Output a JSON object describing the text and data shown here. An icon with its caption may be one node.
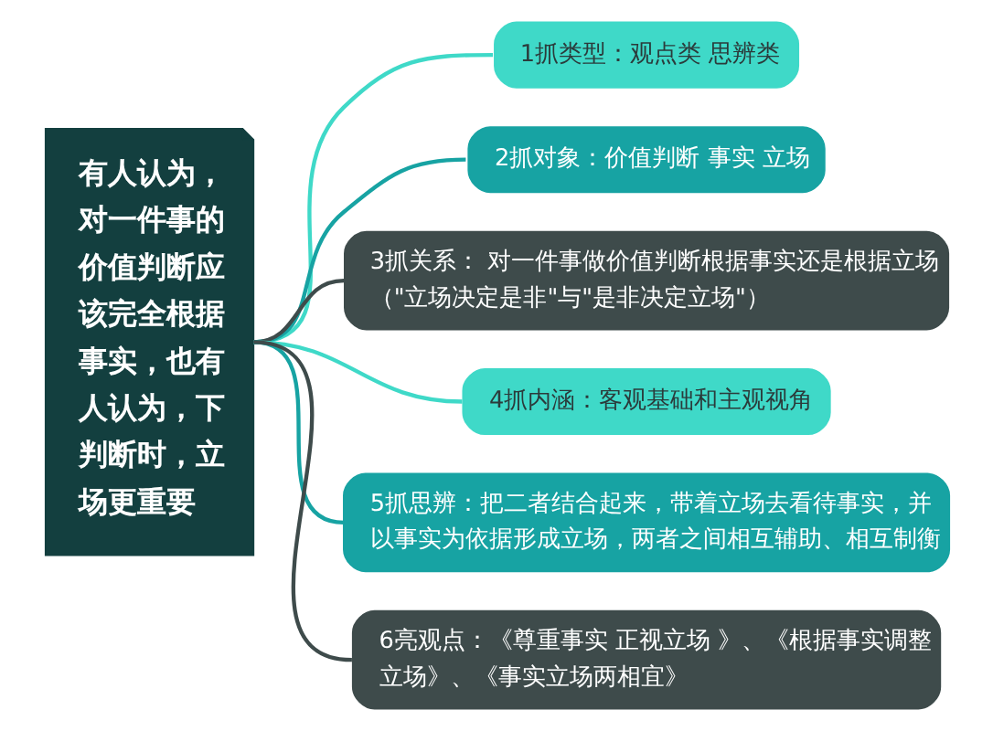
{
  "diagram": {
    "nodes": [
      {
        "text": [
          "有人认为，对一件事的价值判断应该完全根据事实，也有人认为，下判断时，立场更重要"
        ]
      },
      {
        "text": [
          "1抓类型：观点类 思辨类"
        ]
      },
      {
        "text": [
          "2抓对象：价值判断 事实 立场"
        ]
      },
      {
        "text": [
          "3抓关系： 对一件事做价值判断根据事实还是根据立场（\"立场决定是非\"与\"是非决定立场\"）"
        ]
      },
      {
        "text": [
          "4抓内涵：客观基础和主观视角"
        ]
      },
      {
        "text": [
          "5抓思辨：把二者结合起来，带着立场去看待事实，并以事实为依据形成立场，两者之间相互辅助、相互制衡"
        ]
      },
      {
        "text": [
          "6亮观点：《尊重事实 正视立场 》、《根据事实调整立场》、《事实立场两相宜》"
        ]
      }
    ],
    "edges": [
      {
        "from": 0,
        "to": 1,
        "arrow": "none",
        "color": "#3fd9c8"
      },
      {
        "from": 0,
        "to": 2,
        "arrow": "none",
        "color": "#17a3a3"
      },
      {
        "from": 0,
        "to": 3,
        "arrow": "none",
        "color": "#3e4b4b"
      },
      {
        "from": 0,
        "to": 4,
        "arrow": "none",
        "color": "#3fd9c8"
      },
      {
        "from": 0,
        "to": 5,
        "arrow": "none",
        "color": "#17a3a3"
      },
      {
        "from": 0,
        "to": 6,
        "arrow": "none",
        "color": "#3e4b4b"
      }
    ]
  }
}
